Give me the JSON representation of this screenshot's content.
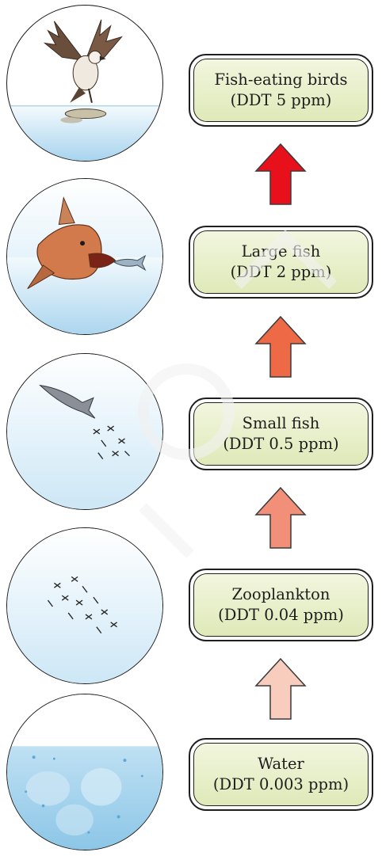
{
  "levels": [
    {
      "organism": "Fish-eating birds",
      "ddt": "(DDT 5 ppm)",
      "icon": "bird-of-prey-icon"
    },
    {
      "organism": "Large fish",
      "ddt": "(DDT 2 ppm)",
      "icon": "large-fish-icon"
    },
    {
      "organism": "Small fish",
      "ddt": "(DDT 0.5 ppm)",
      "icon": "small-fish-icon"
    },
    {
      "organism": "Zooplankton",
      "ddt": "(DDT 0.04 ppm)",
      "icon": "zooplankton-icon"
    },
    {
      "organism": "Water",
      "ddt": "(DDT 0.003 ppm)",
      "icon": "water-icon"
    }
  ],
  "arrows": [
    {
      "color": "#e8101a",
      "direction": "up",
      "icon": "arrow-up-icon"
    },
    {
      "color": "#ee6a47",
      "direction": "up",
      "icon": "arrow-up-icon"
    },
    {
      "color": "#f28f78",
      "direction": "up",
      "icon": "arrow-up-icon"
    },
    {
      "color": "#f8cdbd",
      "direction": "up",
      "icon": "arrow-up-icon"
    }
  ],
  "colors": {
    "box_fill_top": "#f2f6df",
    "box_fill_bottom": "#dfe9b8",
    "water_light": "#eaf5fb",
    "water_dark": "#9ccde9"
  }
}
